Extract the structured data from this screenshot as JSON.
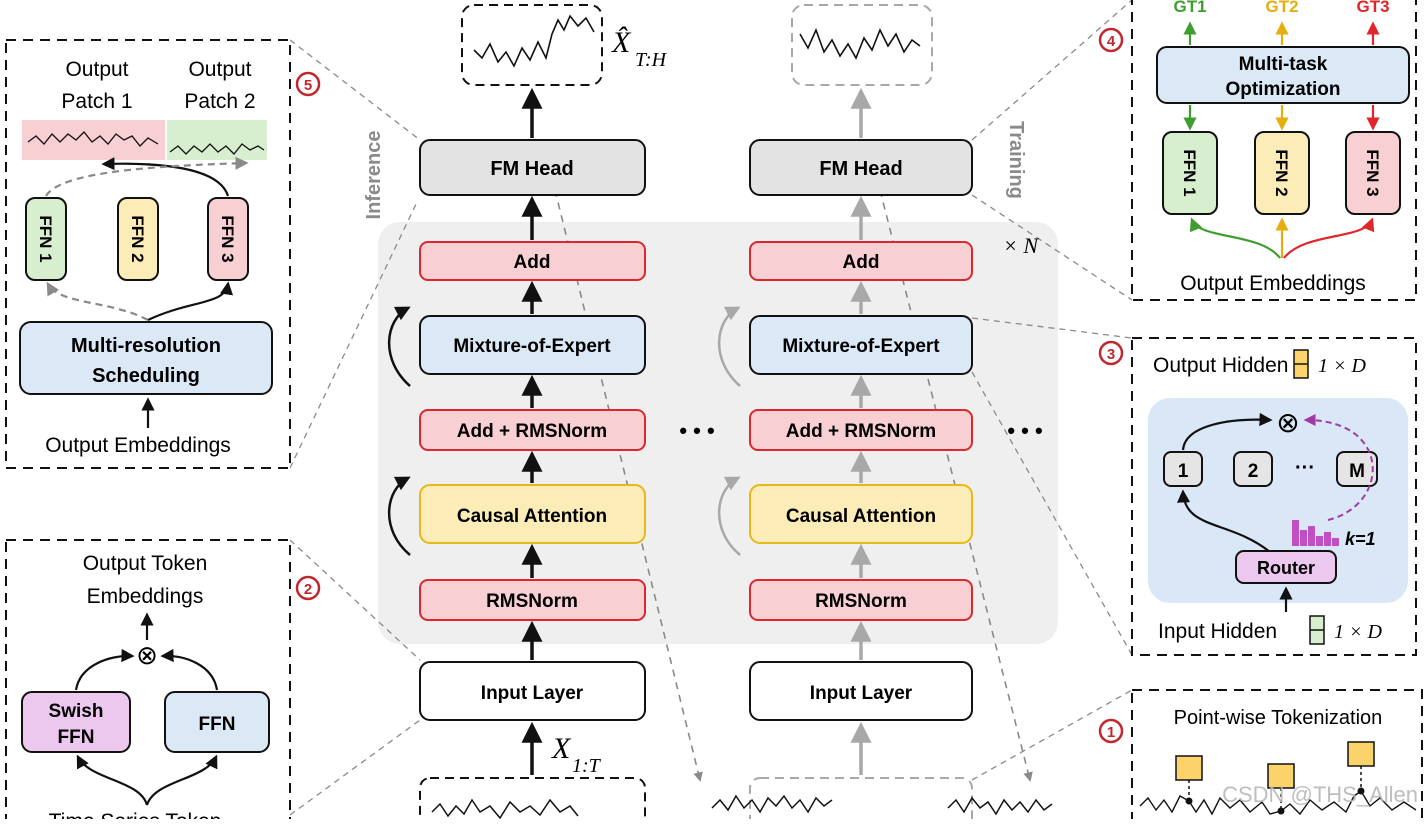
{
  "center": {
    "inference": {
      "side_label": "Inference",
      "output_symbol": "X̂",
      "output_subscript": "T:H",
      "input_symbol": "X",
      "input_subscript": "1:T",
      "blocks": {
        "fm_head": "FM Head",
        "add": "Add",
        "moe": "Mixture-of-Expert",
        "add_rmsnorm": "Add + RMSNorm",
        "causal_attention": "Causal Attention",
        "rmsnorm": "RMSNorm",
        "input_layer": "Input Layer"
      }
    },
    "training": {
      "side_label": "Training",
      "blocks": {
        "fm_head": "FM Head",
        "add": "Add",
        "moe": "Mixture-of-Expert",
        "add_rmsnorm": "Add + RMSNorm",
        "causal_attention": "Causal Attention",
        "rmsnorm": "RMSNorm",
        "input_layer": "Input Layer"
      }
    },
    "repeat_label": "× N",
    "ellipsis": "• • •"
  },
  "panel5": {
    "number": "5",
    "patch1": [
      "Output",
      "Patch 1"
    ],
    "patch2": [
      "Output",
      "Patch 2"
    ],
    "ffns": [
      "FFN 1",
      "FFN 2",
      "FFN 3"
    ],
    "scheduler": [
      "Multi-resolution",
      "Scheduling"
    ],
    "input_label": "Output Embeddings"
  },
  "panel2": {
    "number": "2",
    "title": [
      "Output Token",
      "Embeddings"
    ],
    "swish": [
      "Swish",
      "FFN"
    ],
    "ffn": "FFN",
    "multiply": "⊗",
    "bottom_label": "Time Series Token"
  },
  "panel4": {
    "number": "4",
    "targets": [
      "GT1",
      "GT2",
      "GT3"
    ],
    "optimizer": [
      "Multi-task",
      "Optimization"
    ],
    "ffns": [
      "FFN 1",
      "FFN 2",
      "FFN 3"
    ],
    "input_label": "Output Embeddings"
  },
  "panel3": {
    "number": "3",
    "output_label": "Output Hidden",
    "dim_label": "1 × D",
    "experts": [
      "1",
      "2",
      "M"
    ],
    "dots": "···",
    "router": "Router",
    "k_label": "k=1",
    "input_label": "Input Hidden",
    "multiply": "⊗"
  },
  "panel1": {
    "number": "1",
    "title": "Point-wise Tokenization"
  },
  "watermark": "CSDN @THS_Allen",
  "colors": {
    "red_fill": "#f8cfd2",
    "red_stroke": "#d9292e",
    "blue_fill": "#dbe9f7",
    "yellow_fill": "#fcedb8",
    "yellow_stroke": "#e7b81a",
    "gray_fill": "#e3e3e3",
    "green_fill": "#d8efcf",
    "purple_fill": "#ecc8ee",
    "panel_number": "#c0282d"
  }
}
